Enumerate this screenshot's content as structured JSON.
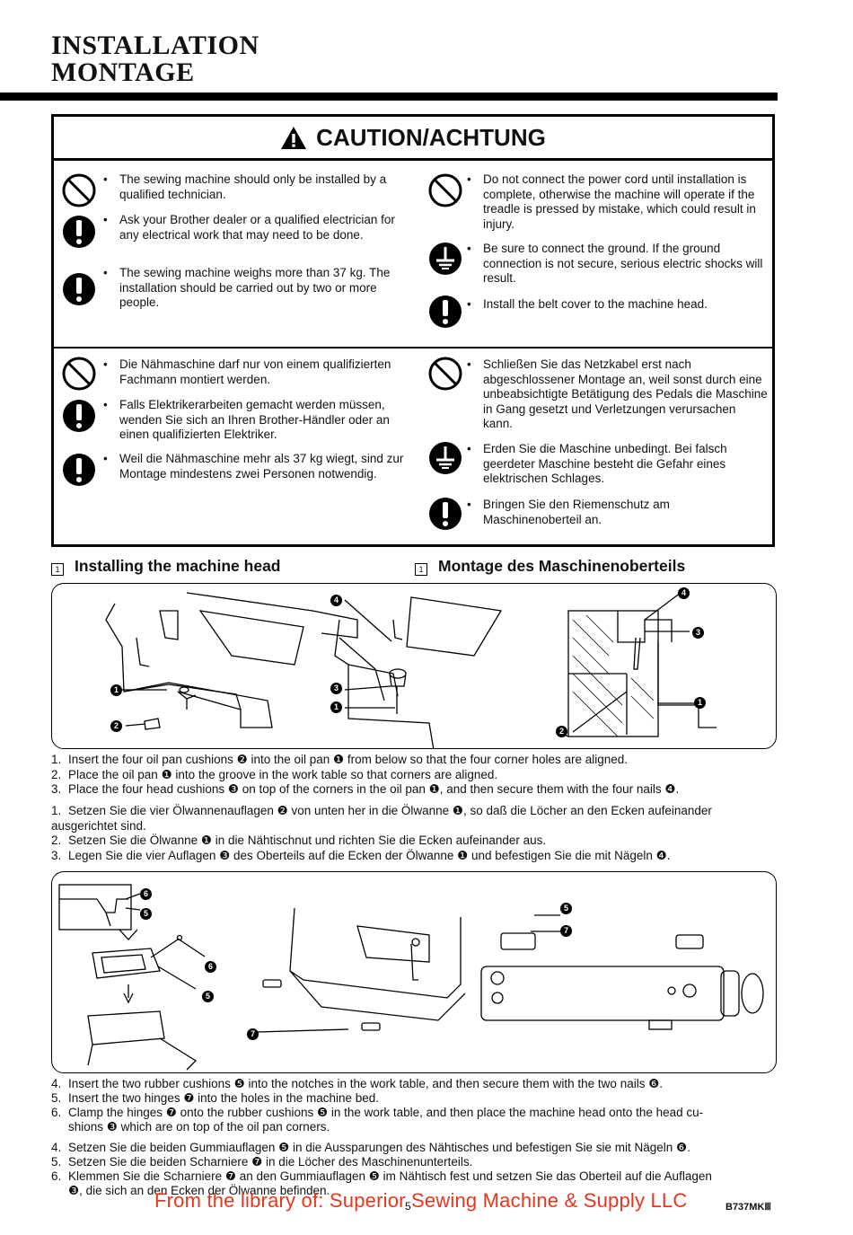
{
  "header": {
    "line1": "INSTALLATION",
    "line2": "MONTAGE"
  },
  "caution": {
    "title": "CAUTION/ACHTUNG",
    "en_left": [
      "The sewing machine should only be installed by a qualified technician.",
      "Ask your Brother dealer or a qualified electrician for any electrical work that may need to be done.",
      "The sewing machine weighs more than 37 kg. The installation should be carried out by two or more people."
    ],
    "en_right": [
      "Do not connect the power cord until installation is complete, otherwise the machine will operate if the treadle is pressed by mistake, which could result in injury.",
      "Be sure to connect the ground. If the ground connection is not secure, serious electric shocks will result.",
      "Install the belt cover to the machine head."
    ],
    "de_left": [
      "Die Nähmaschine darf nur von einem qualifizierten Fachmann montiert werden.",
      "Falls Elektrikerarbeiten gemacht werden müssen, wenden Sie sich an Ihren Brother-Händler oder an einen qualifizierten Elektriker.",
      "Weil die Nähmaschine mehr als 37 kg wiegt, sind zur Montage mindestens zwei Personen notwendig."
    ],
    "de_right": [
      "Schließen Sie das Netzkabel erst nach abgeschlossener Montage an, weil sonst durch eine unbeabsichtigte Betätigung des Pedals die Maschine in Gang gesetzt und Verletzungen verursachen kann.",
      "Erden Sie die Maschine unbedingt. Bei falsch geerdeter Maschine besteht die Gefahr eines elektrischen Schlages.",
      "Bringen Sie den Riemenschutz am Maschinenoberteil an."
    ]
  },
  "section": {
    "number": "1",
    "title_en": "Installing the machine head",
    "title_de": "Montage des Maschinenoberteils"
  },
  "figure_labels": {
    "one": "1",
    "two": "2",
    "three": "3",
    "four": "4",
    "five": "5",
    "six": "6",
    "seven": "7"
  },
  "steps_en_a": [
    {
      "n": "1.",
      "text": "Insert the four oil pan cushions ❷ into the oil pan ❶ from below so that the four corner holes are aligned."
    },
    {
      "n": "2.",
      "text": "Place the oil pan ❶ into the groove in the work table so that corners are aligned."
    },
    {
      "n": "3.",
      "text": "Place the four head cushions ❸ on top of the corners in the oil pan ❶, and then secure them with the four nails ❹."
    }
  ],
  "steps_de_a": [
    {
      "n": "1.",
      "text": "Setzen Sie die vier Ölwannenauflagen ❷ von unten her in die Ölwanne ❶, so daß die Löcher an den Ecken aufeinander"
    },
    {
      "n": "",
      "text": "ausgerichtet sind."
    },
    {
      "n": "2.",
      "text": "Setzen Sie die Ölwanne ❶ in die Nähtischnut und richten Sie die Ecken aufeinander aus."
    },
    {
      "n": "3.",
      "text": "Legen Sie die vier Auflagen ❸ des Oberteils auf die Ecken der Ölwanne ❶ und befestigen Sie die mit Nägeln ❹."
    }
  ],
  "steps_en_b": [
    {
      "n": "4.",
      "text": "Insert the two rubber cushions ❺ into the notches in the work table, and then secure them with the two nails ❻."
    },
    {
      "n": "5.",
      "text": "Insert the two hinges ❼ into the holes in the machine bed."
    },
    {
      "n": "6.",
      "text": "Clamp the hinges ❼ onto the rubber cushions ❺ in the work table, and then place the machine head onto the head cu-"
    },
    {
      "n": "",
      "text": "shions ❸ which are on top of the oil pan corners."
    }
  ],
  "steps_de_b": [
    {
      "n": "4.",
      "text": "Setzen Sie die beiden Gummiauflagen ❺ in die Aussparungen des Nähtisches und befestigen Sie sie mit Nägeln ❻."
    },
    {
      "n": "5.",
      "text": "Setzen Sie die beiden Scharniere ❼ in die Löcher des Maschinenunterteils."
    },
    {
      "n": "6.",
      "text": "Klemmen Sie die Scharniere ❼ an den Gummiauflagen ❺ im Nähtisch fest und setzen Sie das Oberteil auf die Auflagen"
    },
    {
      "n": "",
      "text": "❸, die sich an den Ecken der Ölwanne befinden."
    }
  ],
  "footer": {
    "library": "From the library of: Superior Sewing Machine & Supply LLC",
    "page": "5",
    "model": "B737MKⅢ"
  }
}
